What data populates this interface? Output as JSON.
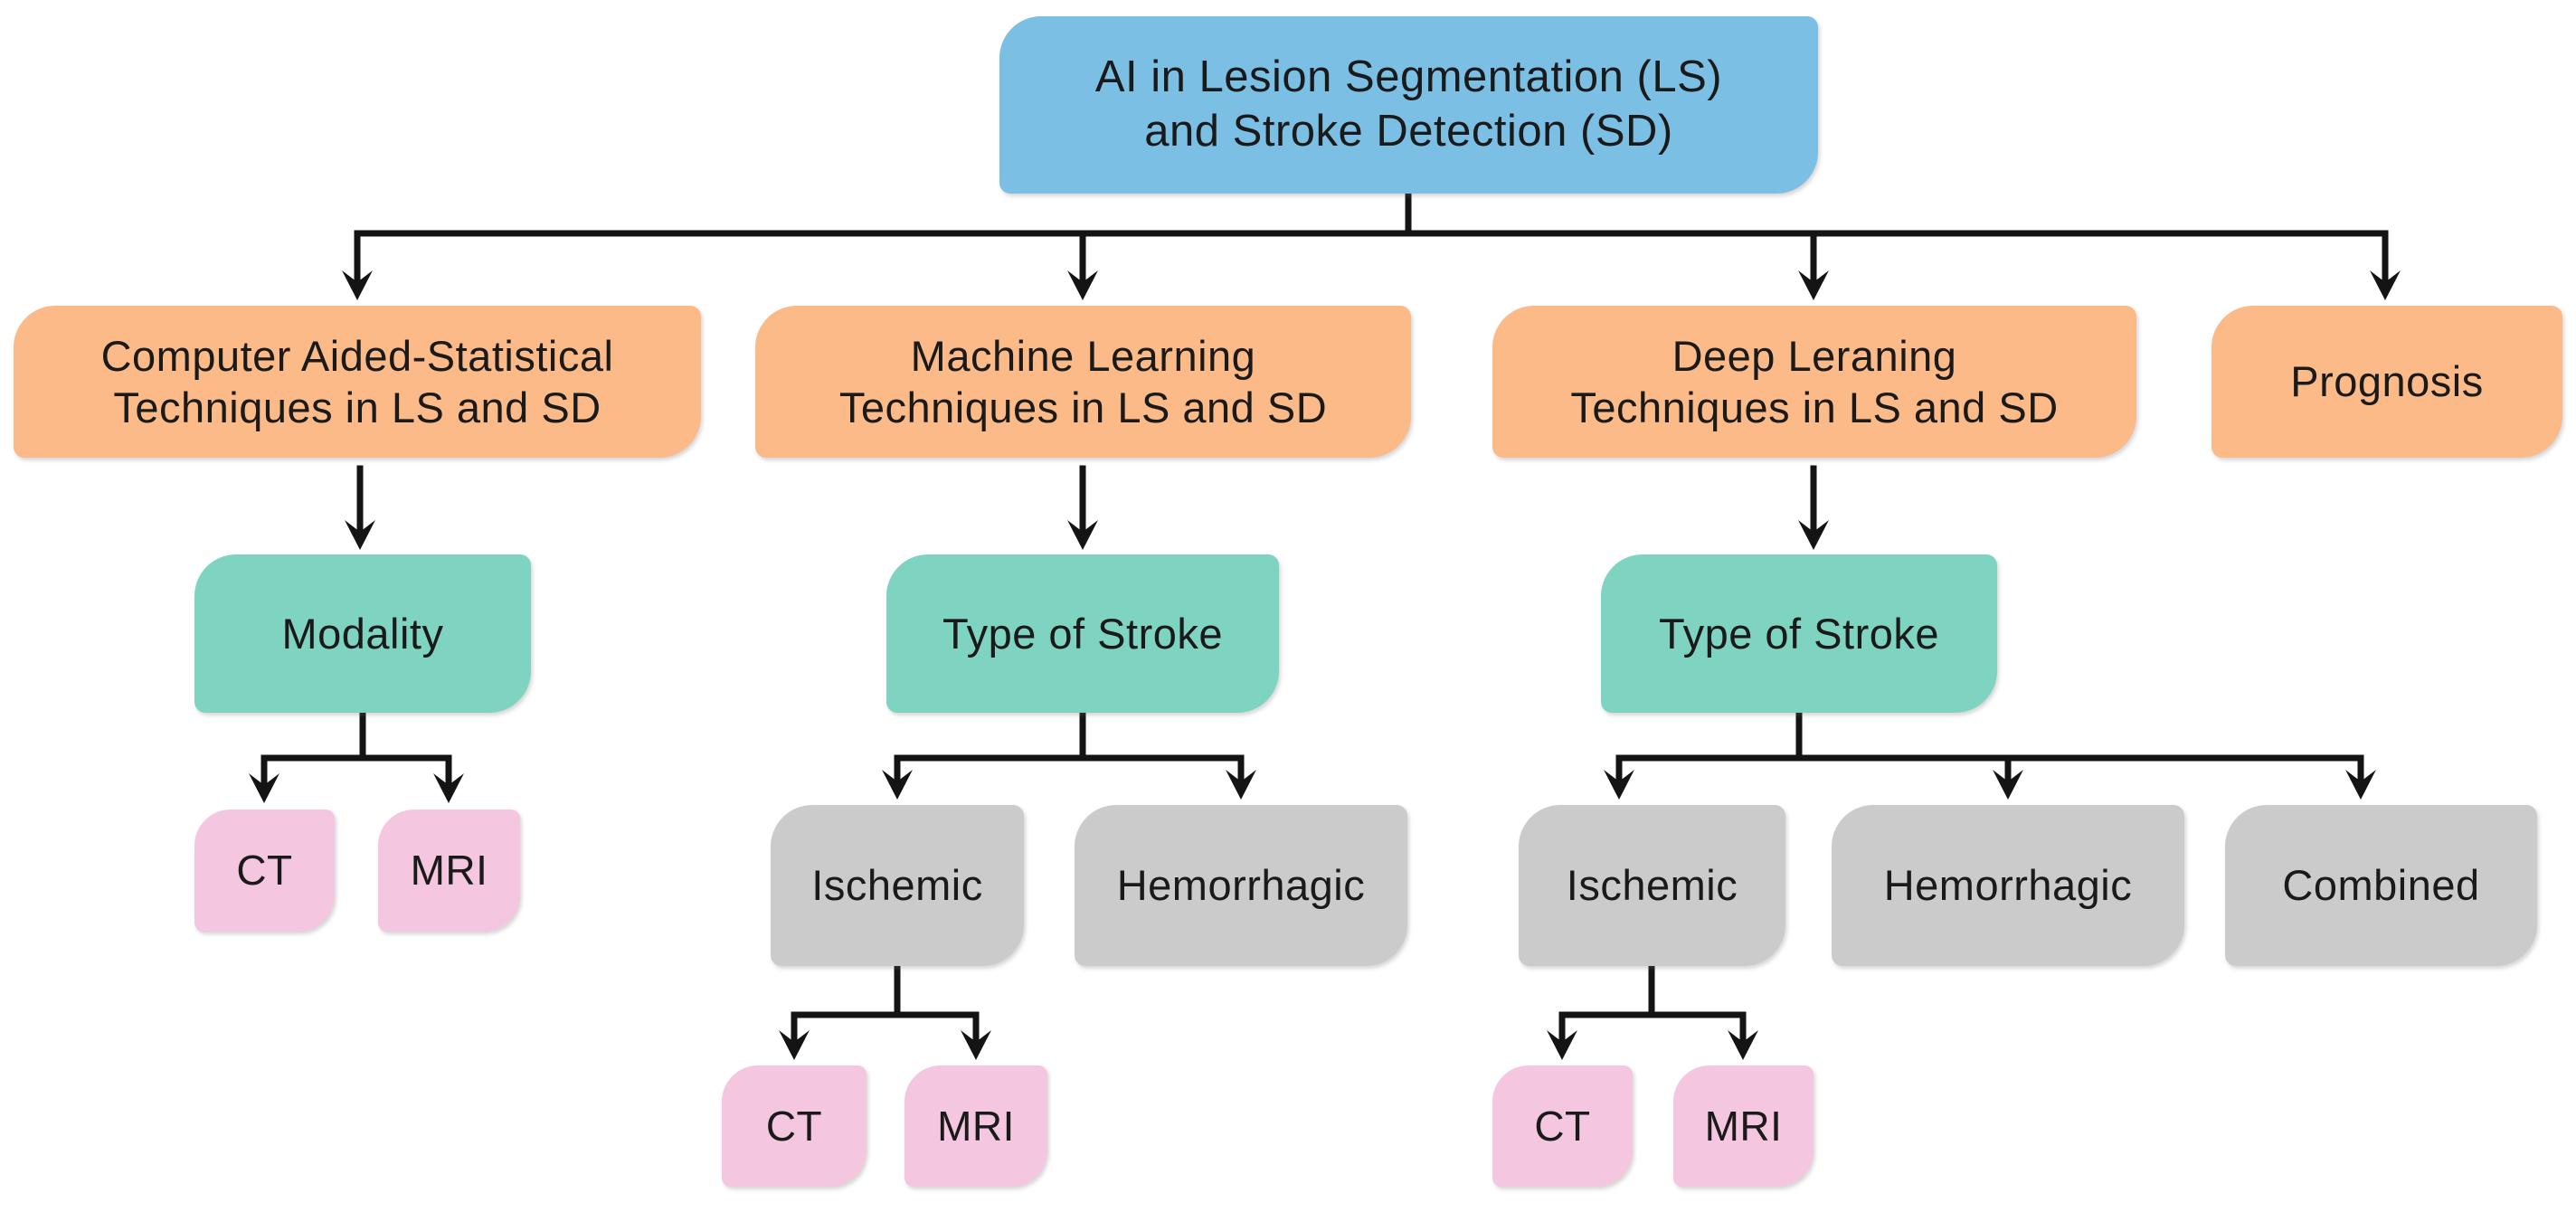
{
  "diagram": {
    "title": "AI techniques taxonomy flowchart",
    "root": {
      "label": "AI in Lesion Segmentation (LS)\nand Stroke Detection (SD)"
    },
    "branches": [
      {
        "label": "Computer Aided-Statistical\nTechniques in LS and SD",
        "child": {
          "label": "Modality",
          "children": [
            {
              "label": "CT"
            },
            {
              "label": "MRI"
            }
          ]
        }
      },
      {
        "label": "Machine Learning\nTechniques in LS and SD",
        "child": {
          "label": "Type of Stroke",
          "children": [
            {
              "label": "Ischemic",
              "children": [
                {
                  "label": "CT"
                },
                {
                  "label": "MRI"
                }
              ]
            },
            {
              "label": "Hemorrhagic"
            }
          ]
        }
      },
      {
        "label": "Deep Leraning\nTechniques in LS and SD",
        "child": {
          "label": "Type of Stroke",
          "children": [
            {
              "label": "Ischemic",
              "children": [
                {
                  "label": "CT"
                },
                {
                  "label": "MRI"
                }
              ]
            },
            {
              "label": "Hemorrhagic"
            },
            {
              "label": "Combined"
            }
          ]
        }
      },
      {
        "label": "Prognosis"
      }
    ]
  },
  "colors": {
    "blue": "#7BBFE5",
    "orange": "#FBBA88",
    "green": "#7ED4C1",
    "gray": "#CBCBCB",
    "pink": "#F4C6DF",
    "line": "#141414",
    "text": "#1a1a1a"
  }
}
